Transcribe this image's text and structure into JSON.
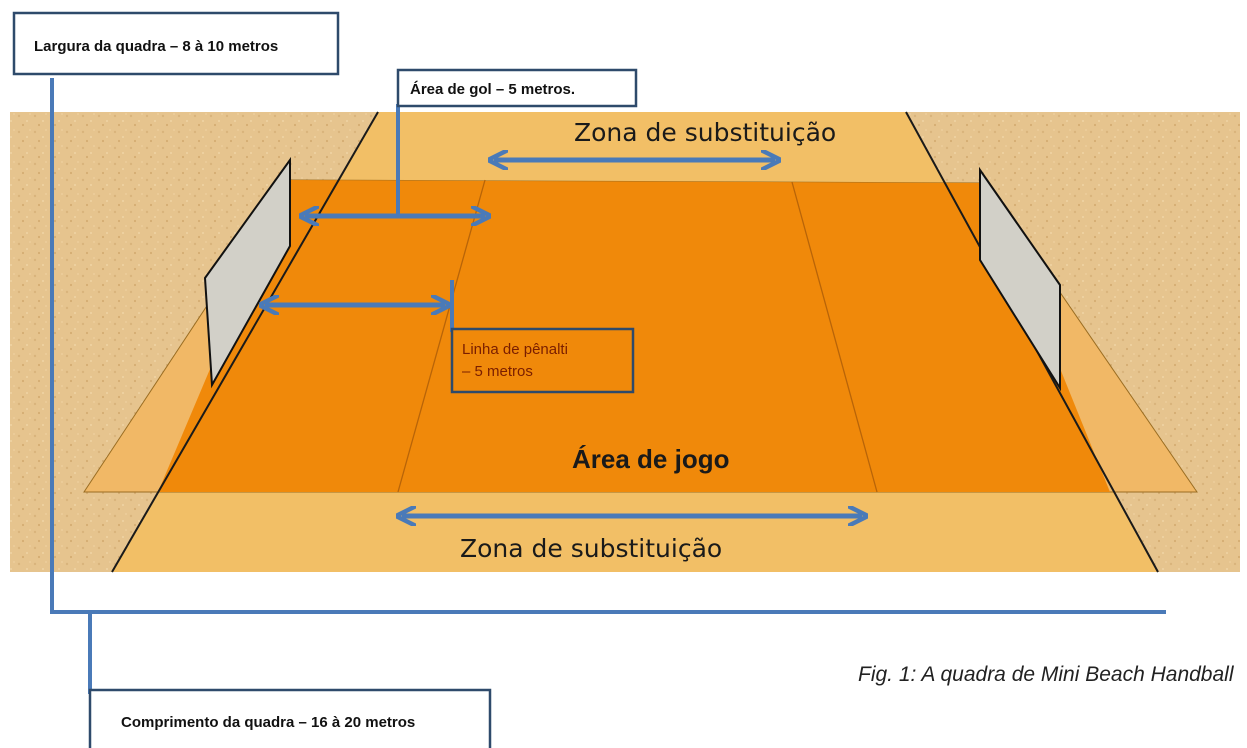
{
  "labels": {
    "court_width": "Largura da quadra – 8 à 10 metros",
    "goal_area": "Área de gol – 5 metros.",
    "penalty_line_1": "Linha de pênalti",
    "penalty_line_2": "– 5 metros",
    "substitution_zone_top": "Zona de substituição",
    "substitution_zone_bottom": "Zona de substituição",
    "playing_area": "Área de jogo",
    "court_length": "Comprimento da quadra – 16 à 20 metros",
    "caption": "Fig. 1: A quadra de Mini Beach Handball"
  },
  "colors": {
    "sand": "#e6c48e",
    "outer_zone": "#f2bf66",
    "court": "#f0890a",
    "arrow": "#4a7ab8",
    "box_border": "#2e4a6b",
    "goal": "#d2d0c8"
  }
}
